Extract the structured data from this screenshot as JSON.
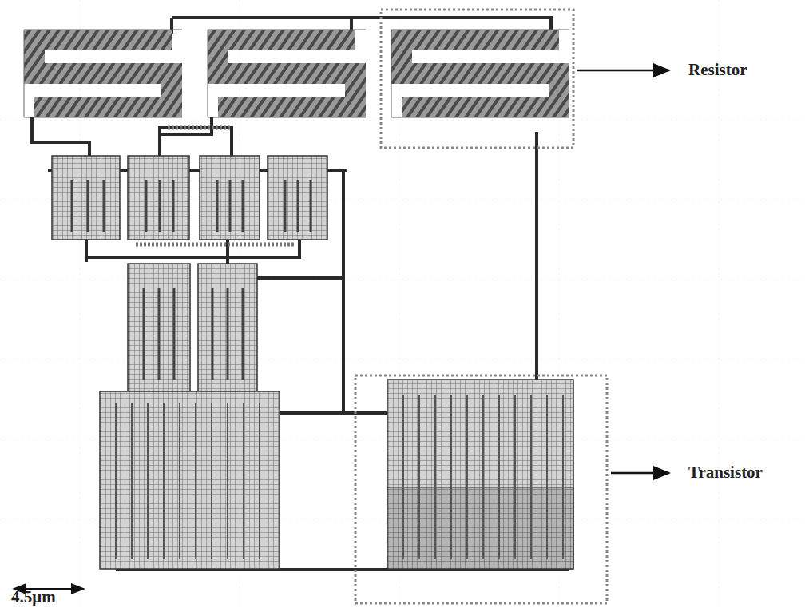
{
  "diagram": {
    "labels": [
      "Resistor",
      "Transistor",
      "4.5μm"
    ]
  }
}
